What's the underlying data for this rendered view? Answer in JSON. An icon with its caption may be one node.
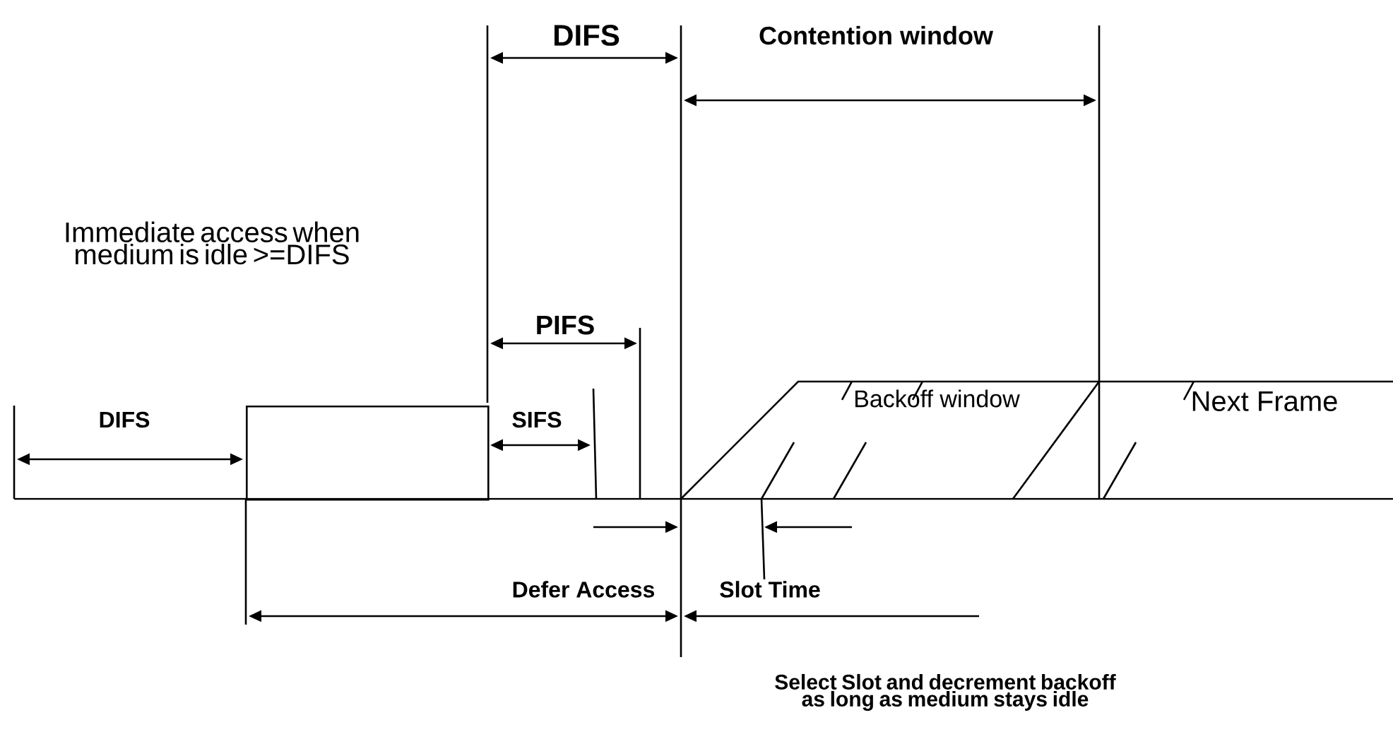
{
  "diagram": {
    "nodes": [
      {
        "text": [],
        "shape": "box"
      },
      {
        "text": [
          "Backoff window"
        ]
      },
      {
        "text": [
          "Next Frame"
        ]
      }
    ],
    "labels": [
      "DIFS",
      "Contention window",
      "Immediate access when medium is idle >=DIFS",
      "PIFS",
      "DIFS",
      "SIFS",
      "Defer Access",
      "Slot Time",
      "Select Slot and decrement backoff as long as medium stays idle"
    ]
  }
}
